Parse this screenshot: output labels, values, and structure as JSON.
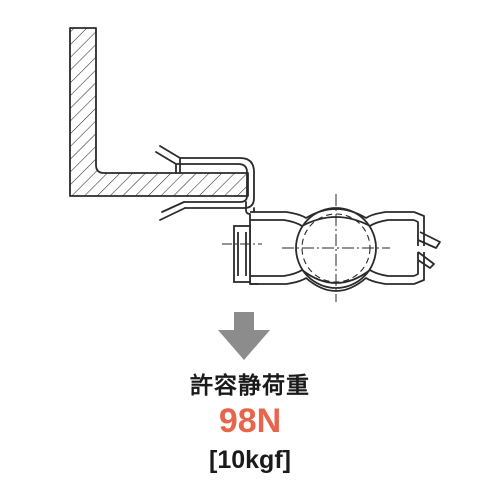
{
  "load": {
    "title": "許容静荷重",
    "value_newton": "98N",
    "value_kgf": "[10kgf]"
  },
  "colors": {
    "value_accent": "#e8644a",
    "arrow": "#8c8c8c",
    "line": "#2a2a2a"
  },
  "icons": {
    "arrow": "down-arrow-icon"
  }
}
